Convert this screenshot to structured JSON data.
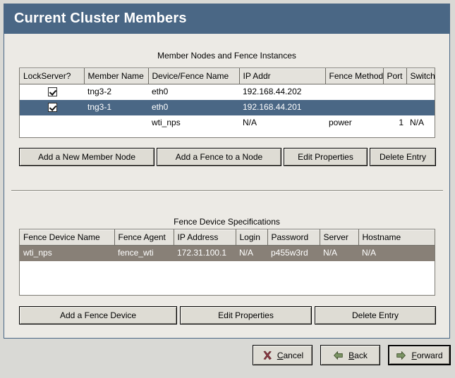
{
  "window": {
    "title": "Current Cluster Members"
  },
  "members_section": {
    "caption": "Member Nodes and Fence Instances",
    "columns": [
      "LockServer?",
      "Member Name",
      "Device/Fence Name",
      "IP Addr",
      "Fence Method",
      "Port",
      "Switch"
    ],
    "rows": [
      {
        "selected": false,
        "lockserver_checked": true,
        "member_name": "tng3-2",
        "device_fence_name": "eth0",
        "ip_addr": "192.168.44.202",
        "fence_method": "",
        "port": "",
        "switch": ""
      },
      {
        "selected": true,
        "lockserver_checked": true,
        "member_name": "tng3-1",
        "device_fence_name": "eth0",
        "ip_addr": "192.168.44.201",
        "fence_method": "",
        "port": "",
        "switch": ""
      },
      {
        "selected": false,
        "lockserver_checked": false,
        "member_name": "",
        "device_fence_name": "wti_nps",
        "ip_addr": "N/A",
        "fence_method": "power",
        "port": "1",
        "switch": "N/A"
      }
    ],
    "buttons": {
      "add_member": "Add a New Member Node",
      "add_fence": "Add a Fence to a Node",
      "edit_properties": "Edit Properties",
      "delete_entry": "Delete Entry"
    }
  },
  "fence_section": {
    "caption": "Fence Device Specifications",
    "columns": [
      "Fence Device Name",
      "Fence Agent",
      "IP Address",
      "Login",
      "Password",
      "Server",
      "Hostname"
    ],
    "rows": [
      {
        "selected": true,
        "fence_device_name": "wti_nps",
        "fence_agent": "fence_wti",
        "ip_address": "172.31.100.1",
        "login": "N/A",
        "password": "p455w3rd",
        "server": "N/A",
        "hostname": "N/A"
      }
    ],
    "buttons": {
      "add_fence_device": "Add a Fence Device",
      "edit_properties": "Edit Properties",
      "delete_entry": "Delete Entry"
    }
  },
  "navigation": {
    "cancel": {
      "label": "Cancel",
      "mnemonic": "C",
      "icon": "cancel-x-icon"
    },
    "back": {
      "label": "Back",
      "mnemonic": "B",
      "icon": "arrow-left-icon"
    },
    "forward": {
      "label": "Forward",
      "mnemonic": "F",
      "icon": "arrow-right-icon"
    }
  },
  "colors": {
    "titlebar": "#4a6785",
    "selection_blue": "#4a6785",
    "selection_gray": "#888077",
    "panel_bg": "#eceae5",
    "cancel_icon": "#8d3a44",
    "arrow_icon": "#7b9464"
  }
}
